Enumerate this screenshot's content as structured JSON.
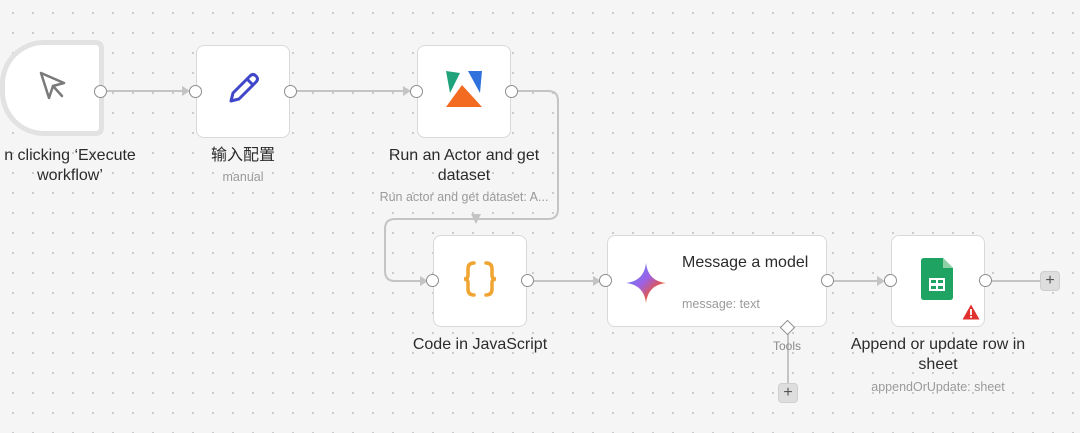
{
  "nodes": {
    "trigger": {
      "title": "n clicking ‘Execute workflow’",
      "icon": "cursor-icon"
    },
    "config": {
      "title": "输入配置",
      "subtitle": "manual",
      "icon": "pencil-icon"
    },
    "apify": {
      "title": "Run an Actor and get dataset",
      "subtitle": "Run actor and get dataset: A...",
      "icon": "apify-logo-icon"
    },
    "code": {
      "title": "Code in JavaScript",
      "icon": "curly-braces-icon"
    },
    "gemini": {
      "title": "Message a model",
      "subtitle": "message: text",
      "icon": "gemini-sparkle-icon",
      "tools_label": "Tools"
    },
    "sheets": {
      "title": "Append or update row in sheet",
      "subtitle": "appendOrUpdate: sheet",
      "icon": "google-sheets-icon",
      "status": "warning"
    }
  },
  "buttons": {
    "add": "+"
  },
  "colors": {
    "canvas": "#f5f5f5",
    "edge": "#c4c4c4",
    "pencil": "#3f46c9",
    "braces": "#f0a431",
    "apify_green": "#20a37a",
    "apify_blue": "#2f72dd",
    "apify_orange": "#f26b21",
    "sheets_green": "#1ea362",
    "warning_red": "#e0312f"
  }
}
